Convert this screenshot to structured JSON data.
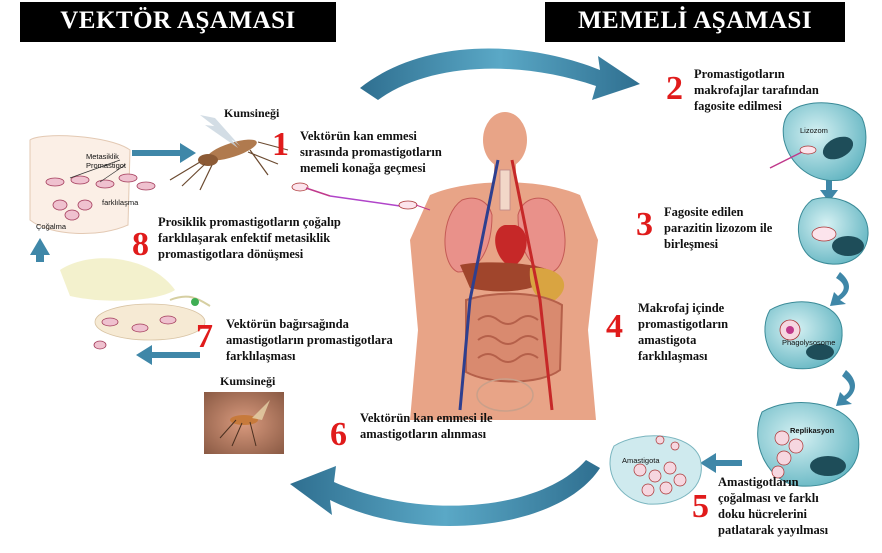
{
  "titles": {
    "vector": "VEKTÖR AŞAMASI",
    "mammal": "MEMELİ AŞAMASI"
  },
  "steps": [
    {
      "number": "1",
      "text": "Vektörün kan emmesi\nsırasında promastigotların\nmemeli konağa geçmesi"
    },
    {
      "number": "2",
      "text": "Promastigotların\nmakrofajlar tarafından\nfagosite edilmesi"
    },
    {
      "number": "3",
      "text": "Fagosite edilen\nparazitin lizozom ile\nbirleşmesi"
    },
    {
      "number": "4",
      "text": "Makrofaj içinde\npromastigotların\namastigota\nfarklılaşması"
    },
    {
      "number": "5",
      "text": "Amastigotların\nçoğalması ve farklı\ndoku hücrelerini\npatlatarak yayılması"
    },
    {
      "number": "6",
      "text": "Vektörün kan emmesi ile\namastigotların alınması"
    },
    {
      "number": "7",
      "text": "Vektörün bağırsağında\namastigotların promastigotlara\nfarklılaşması"
    },
    {
      "number": "8",
      "text": "Prosiklik promastigotların çoğalıp\nfarklılaşarak enfektif metasiklik\npromastigotlara dönüşmesi"
    }
  ],
  "labels": {
    "sandfly_top": "Kumsineği",
    "sandfly_photo": "Kumsineği",
    "metacyclic": "Metasiklik\nPromastigot",
    "differentiation": "farklılaşma",
    "proliferation": "Çoğalma",
    "lysosome": "Lizozom",
    "phagolysosome": "Phagolysosome",
    "replication": "Replikasyon",
    "amastigote": "Amastigota"
  },
  "colors": {
    "step_number": "#e01b1b",
    "cycle_arrow": "#3f87a8",
    "cell": "#7fc6cf",
    "body": "#e8a487"
  }
}
